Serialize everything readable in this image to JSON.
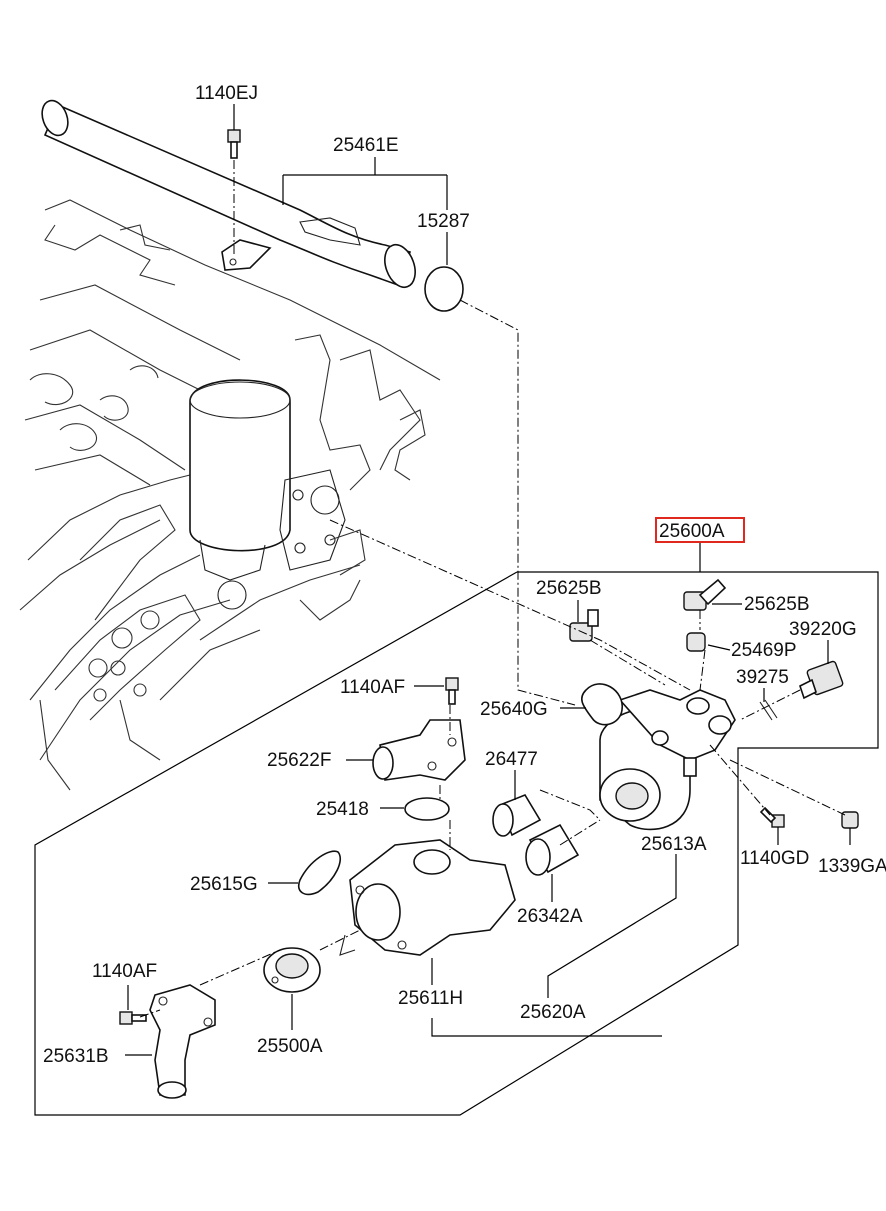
{
  "diagram": {
    "highlight_color": "#e0281f",
    "labels": {
      "p1140EJ": "1140EJ",
      "p25461E": "25461E",
      "p15287": "15287",
      "p25600A": "25600A",
      "p25625B_l": "25625B",
      "p25625B_r": "25625B",
      "p39220G": "39220G",
      "p25469P": "25469P",
      "p39275": "39275",
      "p1140AF_top": "1140AF",
      "p25640G": "25640G",
      "p25622F": "25622F",
      "p26477": "26477",
      "p25418": "25418",
      "p25613A": "25613A",
      "p1140GD": "1140GD",
      "p1339GA": "1339GA",
      "p25615G": "25615G",
      "p26342A": "26342A",
      "p1140AF_bot": "1140AF",
      "p25611H": "25611H",
      "p25620A": "25620A",
      "p25631B": "25631B",
      "p25500A": "25500A"
    }
  }
}
